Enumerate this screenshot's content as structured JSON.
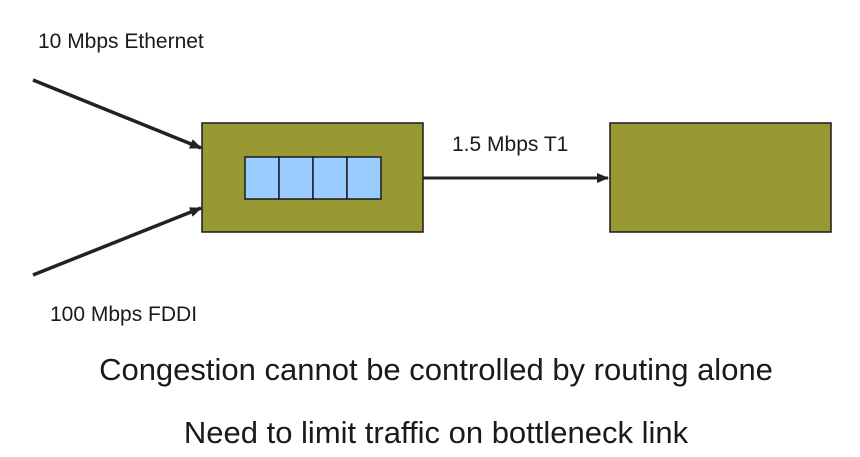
{
  "colors": {
    "node_fill": "#999933",
    "node_stroke": "#1a1a1a",
    "queue_fill": "#99ccff",
    "link_color": "#222222"
  },
  "links": {
    "ethernet_label": "10 Mbps Ethernet",
    "fddi_label": "100 Mbps FDDI",
    "t1_label": "1.5 Mbps T1"
  },
  "queue": {
    "slot_count": 4
  },
  "captions": [
    "Congestion cannot be controlled by routing alone",
    "Need to limit traffic on bottleneck link"
  ]
}
